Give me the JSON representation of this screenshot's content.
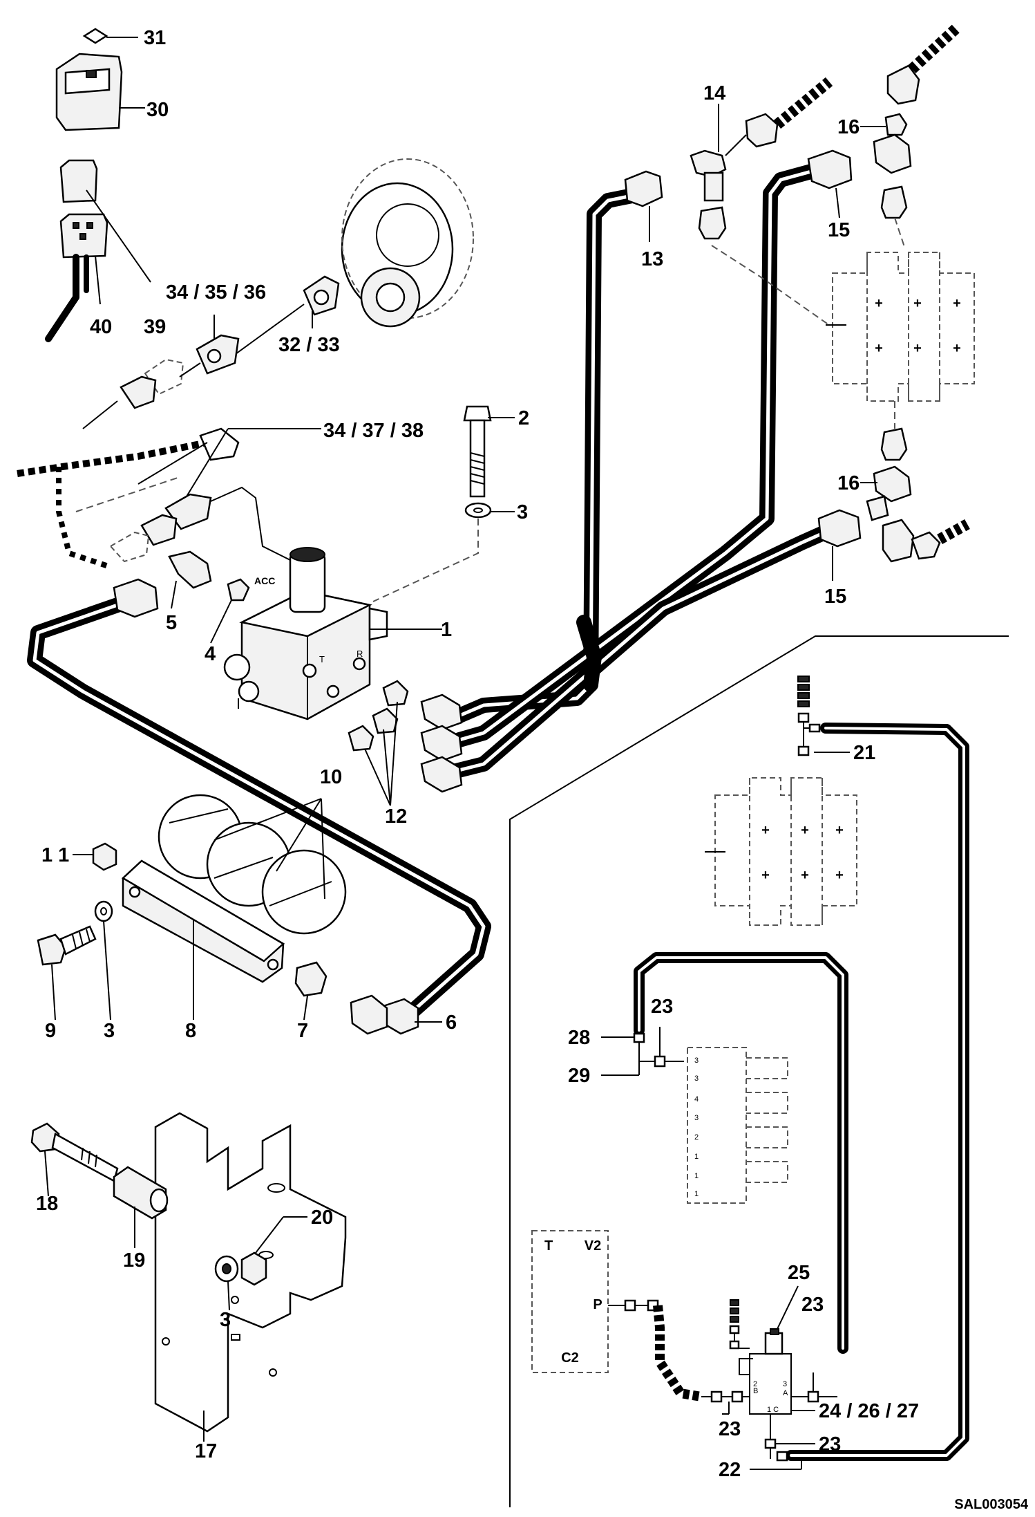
{
  "drawing_code": "SAL003054",
  "callouts": [
    {
      "id": "c1",
      "text": "1"
    },
    {
      "id": "c2",
      "text": "2"
    },
    {
      "id": "c3a",
      "text": "3"
    },
    {
      "id": "c3b",
      "text": "3"
    },
    {
      "id": "c3c",
      "text": "3"
    },
    {
      "id": "c4",
      "text": "4"
    },
    {
      "id": "c5",
      "text": "5"
    },
    {
      "id": "c6",
      "text": "6"
    },
    {
      "id": "c7",
      "text": "7"
    },
    {
      "id": "c8",
      "text": "8"
    },
    {
      "id": "c9",
      "text": "9"
    },
    {
      "id": "c10",
      "text": "10"
    },
    {
      "id": "c11",
      "text": "1 1"
    },
    {
      "id": "c12",
      "text": "12"
    },
    {
      "id": "c13",
      "text": "13"
    },
    {
      "id": "c14",
      "text": "14"
    },
    {
      "id": "c15a",
      "text": "15"
    },
    {
      "id": "c15b",
      "text": "15"
    },
    {
      "id": "c16a",
      "text": "16"
    },
    {
      "id": "c16b",
      "text": "16"
    },
    {
      "id": "c17",
      "text": "17"
    },
    {
      "id": "c18",
      "text": "18"
    },
    {
      "id": "c19",
      "text": "19"
    },
    {
      "id": "c20",
      "text": "20"
    },
    {
      "id": "c21",
      "text": "21"
    },
    {
      "id": "c22",
      "text": "22"
    },
    {
      "id": "c23a",
      "text": "23"
    },
    {
      "id": "c23b",
      "text": "23"
    },
    {
      "id": "c23c",
      "text": "23"
    },
    {
      "id": "c23d",
      "text": "23"
    },
    {
      "id": "c242627",
      "text": "24 / 26 / 27"
    },
    {
      "id": "c25",
      "text": "25"
    },
    {
      "id": "c28",
      "text": "28"
    },
    {
      "id": "c29",
      "text": "29"
    },
    {
      "id": "c30",
      "text": "30"
    },
    {
      "id": "c31",
      "text": "31"
    },
    {
      "id": "c3233",
      "text": "32 / 33"
    },
    {
      "id": "c343536",
      "text": "34 / 35 / 36"
    },
    {
      "id": "c343738",
      "text": "34 / 37 / 38"
    },
    {
      "id": "c39",
      "text": "39"
    },
    {
      "id": "c40",
      "text": "40"
    }
  ],
  "port_marks": {
    "acc": "ACC",
    "t": "T",
    "r": "R",
    "p_left": "P",
    "v2": "V2",
    "c2": "C2",
    "t_box": "T"
  }
}
